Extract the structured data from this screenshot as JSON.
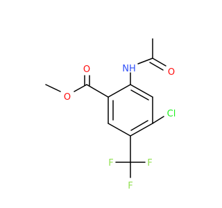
{
  "molecule": {
    "colors": {
      "bond": "#000000",
      "oxygen": "#ff0d0d",
      "nitrogen": "#3050f8",
      "chlorine": "#1ff01f",
      "fluorine": "#90e050",
      "background": "#ffffff"
    },
    "atoms": {
      "ester_o_single": "O",
      "ester_o_double": "O",
      "amide_o": "O",
      "amide_nh": "NH",
      "chlorine": "Cl",
      "fluorine_top": "F",
      "fluorine_left": "F",
      "fluorine_right": "F"
    }
  }
}
